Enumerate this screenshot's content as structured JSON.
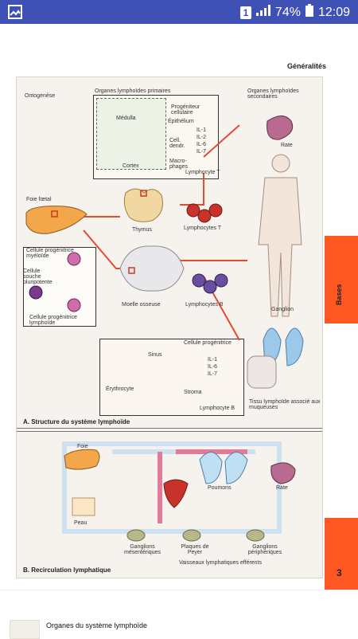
{
  "status_bar": {
    "sim_badge": "1",
    "battery": "74%",
    "time": "12:09"
  },
  "page": {
    "header": "Généralités",
    "sections": {
      "a_title": "A. Structure du système lymphoïde",
      "b_title": "B. Recirculation lymphatique"
    },
    "labels": {
      "ontogenese": "Ontogenèse",
      "organes_primaires": "Organes lymphoïdes primaires",
      "organes_secondaires": "Organes lymphoïdes secondaires",
      "progeniteur_cellulaire": "Progéniteur cellulaire",
      "medulla": "Médulla",
      "epithelium": "Épithélium",
      "cortex": "Cortex",
      "cell_dendr": "Cell. dendr.",
      "macrophages": "Macro-phages",
      "il_list": "IL-1\nIL-2\nIL-6\nIL-7",
      "lymphocyte_t_small": "Lymphocyte T",
      "rate": "Rate",
      "foie_foetal": "Foie fœtal",
      "thymus": "Thymus",
      "lymphocytes_t": "Lymphocytes T",
      "cellule_prog_myeloide": "Cellule progénitrice myéloïde",
      "cellule_souche_pluripotente": "Cellule souche pluripotente",
      "cellule_prog_lymphoide": "Cellule progénitrice lymphoïde",
      "moelle_osseuse": "Moelle osseuse",
      "lymphocytes_b": "Lymphocytes B",
      "ganglion": "Ganglion",
      "sinus": "Sinus",
      "cellule_progenitrice": "Cellule progénitrice",
      "il_list_b": "IL-1\nIL-6\nIL-7",
      "erythrocyte": "Érythrocyte",
      "stroma": "Stroma",
      "lymphocyte_b_small": "Lymphocyte B",
      "tissu_lymphoide": "Tissu lymphoïde associé aux muqueuses",
      "foie": "Foie",
      "peau": "Peau",
      "poumons": "Poumons",
      "rate_b": "Rate",
      "ganglions_mesenteriques": "Ganglions mésentériques",
      "plaques_de_peyer": "Plaques de Peyer",
      "ganglions_peripheriques": "Ganglions périphériques",
      "vaisseaux_lymph_efferents": "Vaisseaux lymphatiques efférents"
    },
    "side_tab_label": "Bases",
    "page_number": "3"
  },
  "bottom": {
    "caption": "Organes du système lymphoïde"
  },
  "colors": {
    "status_bar": "#3f51b5",
    "orange_tab": "#ff5722",
    "arrow_red": "#e34b2f"
  }
}
